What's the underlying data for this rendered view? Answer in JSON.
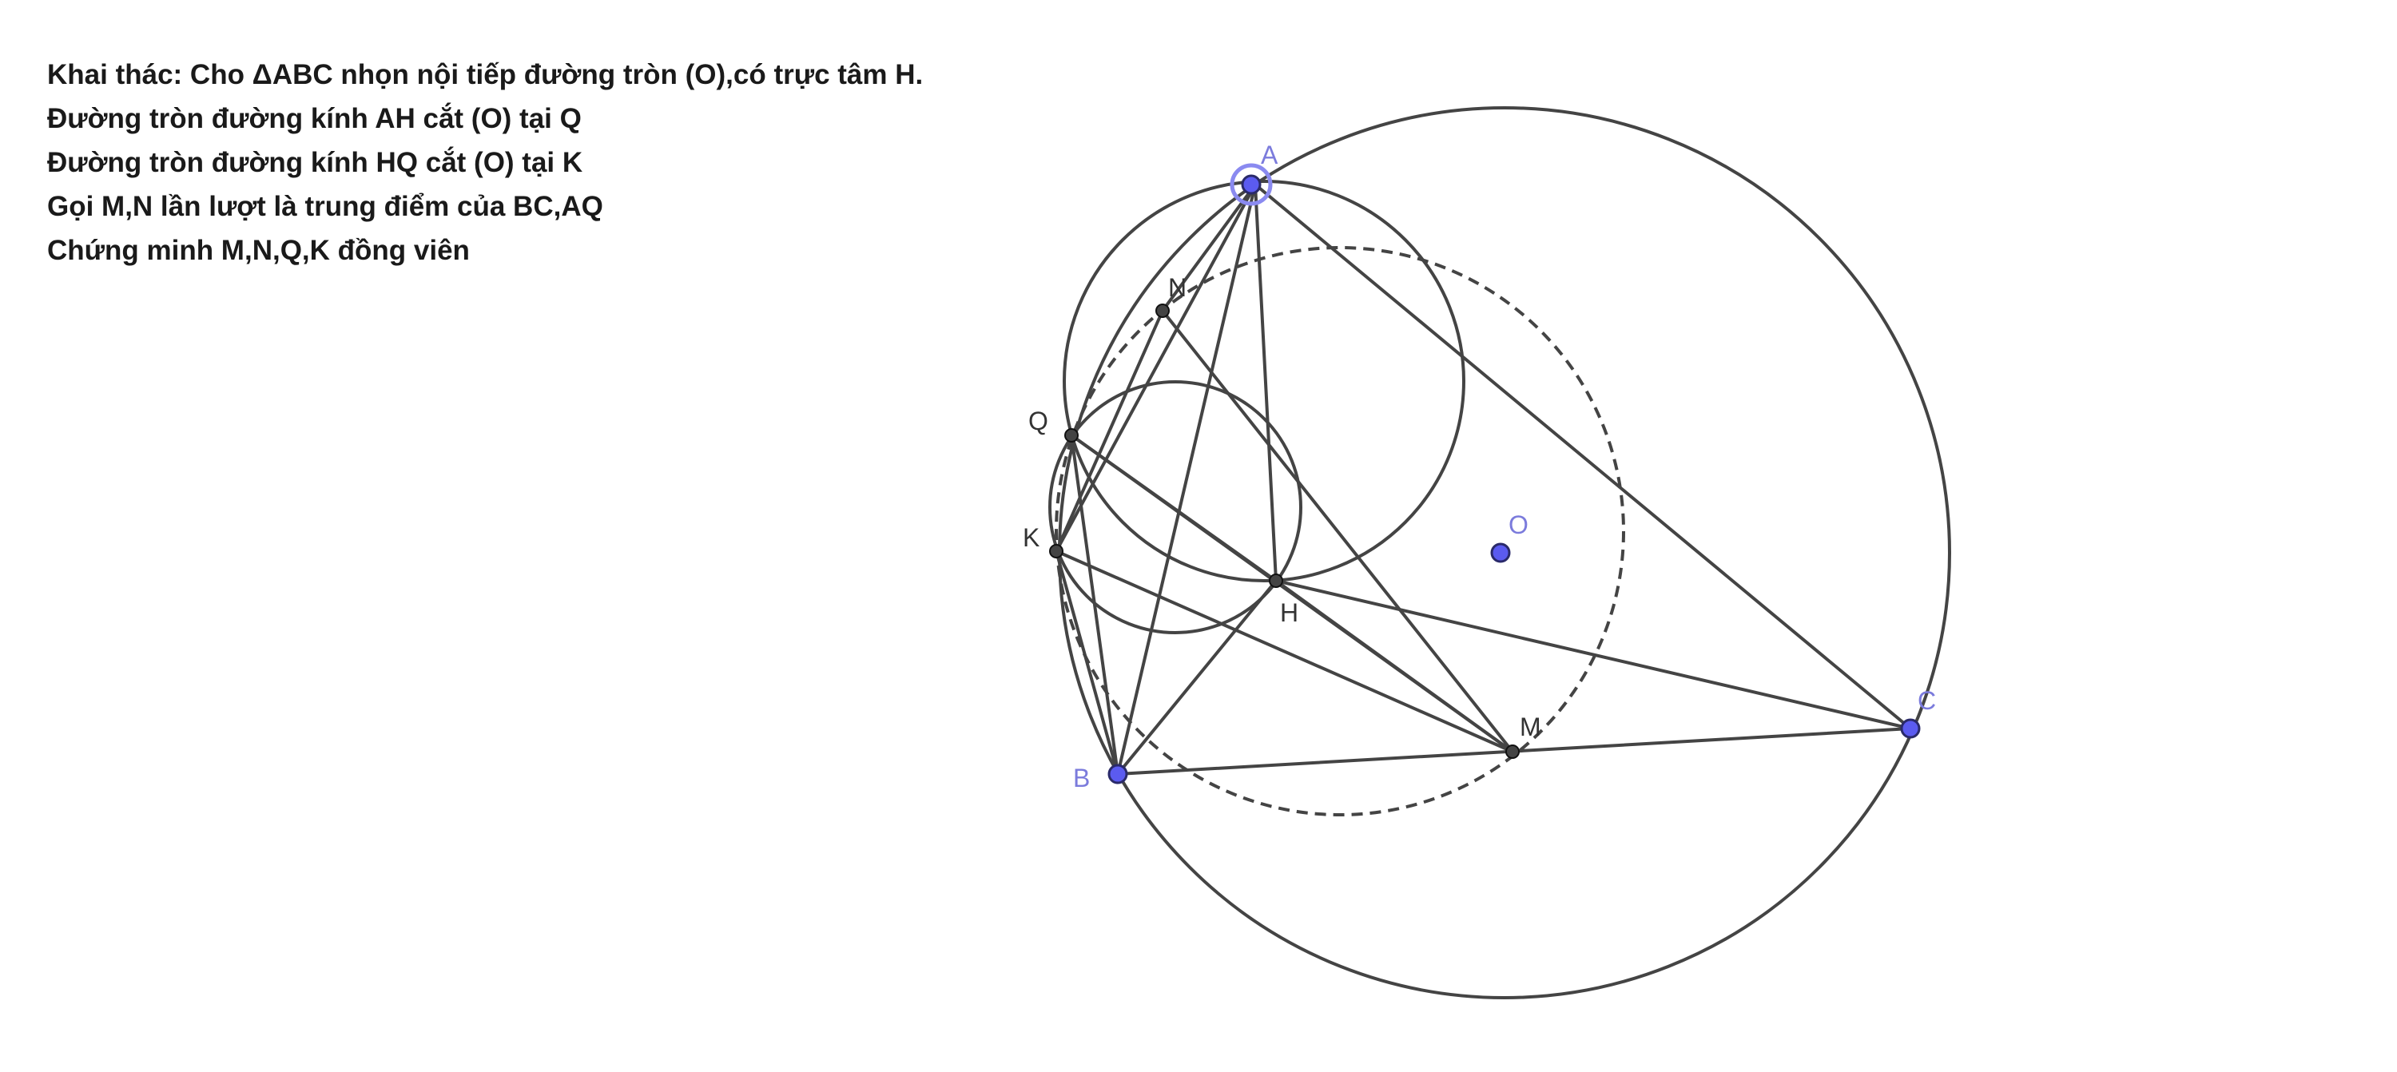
{
  "problem": {
    "lines": [
      "Khai thác: Cho ΔABC nhọn nội tiếp đường tròn (O),có trực tâm H.",
      "Đường tròn đường kính AH cắt (O) tại Q",
      "Đường tròn đường kính HQ cắt (O) tại K",
      "Gọi M,N lần lượt là trung điểm của BC,AQ",
      "Chứng minh M,N,Q,K đồng viên"
    ]
  },
  "figure": {
    "points": {
      "A": {
        "label": "A",
        "kind": "free"
      },
      "B": {
        "label": "B",
        "kind": "free"
      },
      "C": {
        "label": "C",
        "kind": "free"
      },
      "O": {
        "label": "O",
        "kind": "free"
      },
      "H": {
        "label": "H",
        "kind": "dependent"
      },
      "Q": {
        "label": "Q",
        "kind": "dependent"
      },
      "K": {
        "label": "K",
        "kind": "dependent"
      },
      "M": {
        "label": "M",
        "kind": "dependent"
      },
      "N": {
        "label": "N",
        "kind": "dependent"
      }
    },
    "colors": {
      "free_point": "#5b5bf0",
      "free_label": "#7b7bdc",
      "dependent_point": "#444444",
      "dependent_label": "#333333",
      "line": "#444444",
      "highlight": "#8a8af0"
    },
    "segments": [
      "AB",
      "AC",
      "BC",
      "AH",
      "AK",
      "AN",
      "BH",
      "BQ",
      "BK",
      "CH",
      "QH",
      "QM",
      "KM",
      "NM",
      "HM",
      "NK"
    ]
  }
}
